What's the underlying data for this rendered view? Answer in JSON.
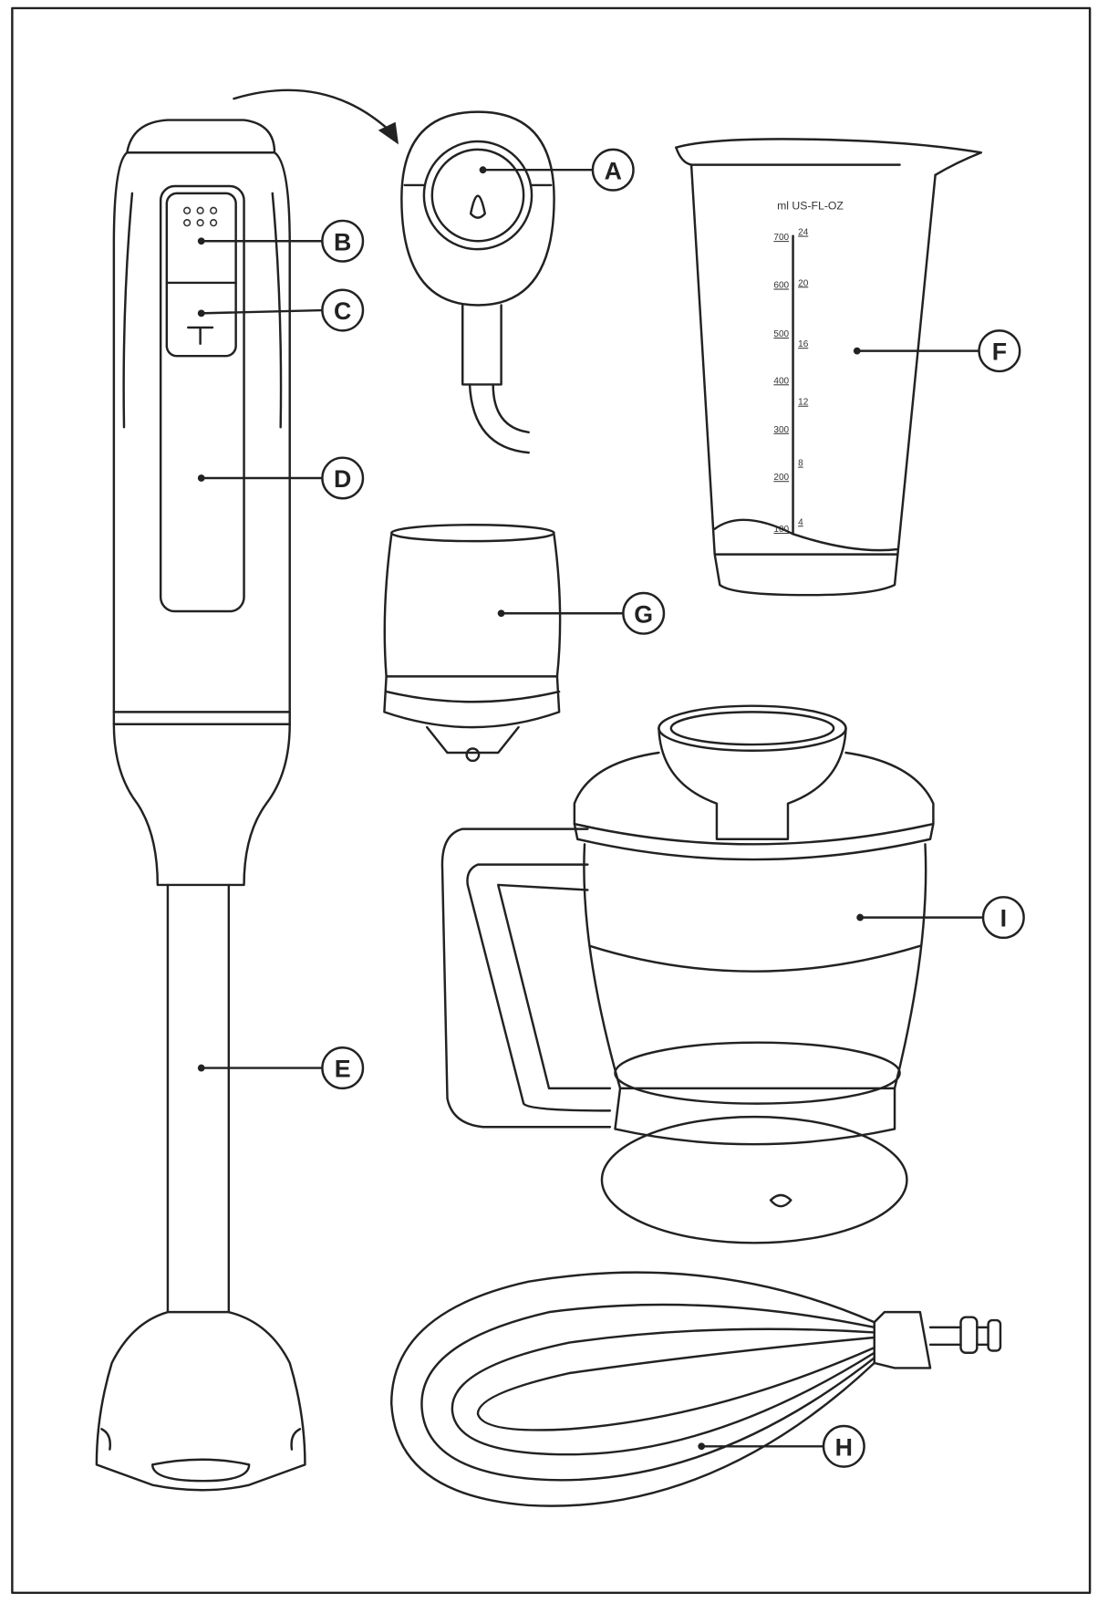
{
  "labels": {
    "A": "A",
    "B": "B",
    "C": "C",
    "D": "D",
    "E": "E",
    "F": "F",
    "G": "G",
    "H": "H",
    "I": "I"
  },
  "measuring_cup": {
    "units": "ml US-FL-OZ",
    "ml_marks": [
      "700",
      "600",
      "500",
      "400",
      "300",
      "200",
      "100"
    ],
    "oz_marks": [
      "24",
      "20",
      "16",
      "12",
      "8",
      "4"
    ]
  },
  "colors": {
    "line": "#222222",
    "background": "#ffffff"
  }
}
